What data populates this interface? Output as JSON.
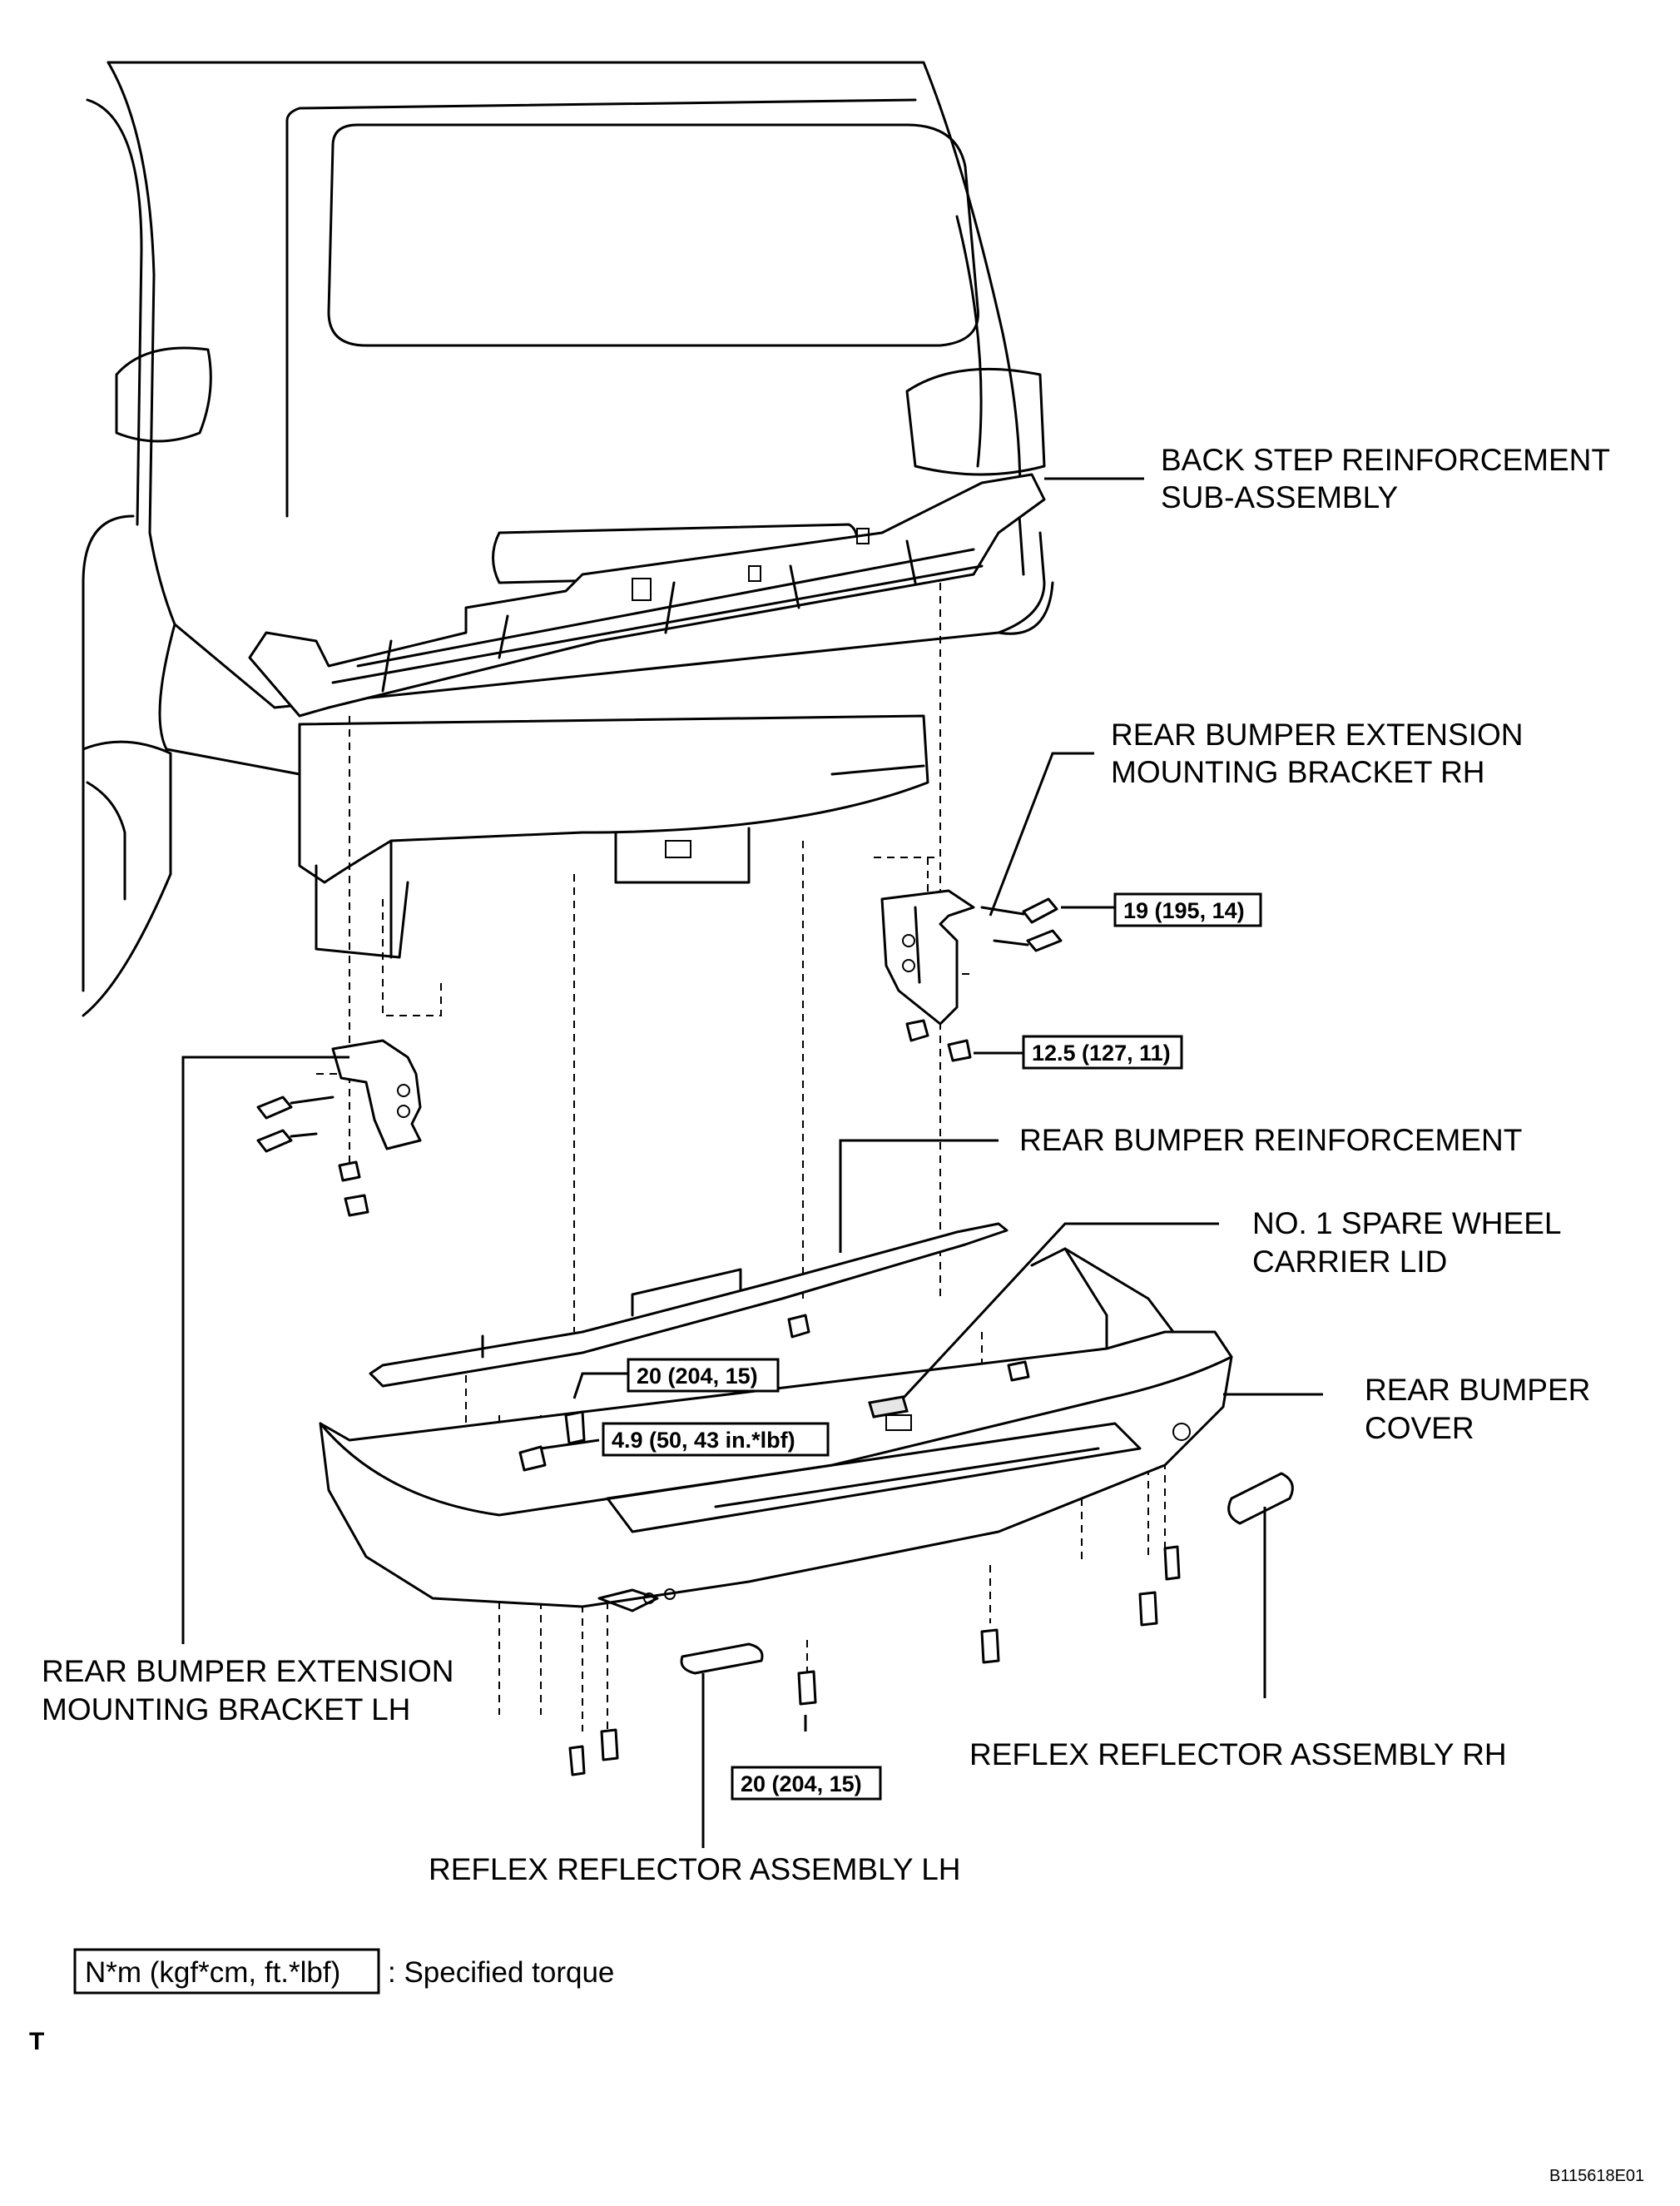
{
  "labels": {
    "back_step_1": "BACK STEP REINFORCEMENT",
    "back_step_2": "SUB-ASSEMBLY",
    "bracket_rh_1": "REAR BUMPER EXTENSION",
    "bracket_rh_2": "MOUNTING BRACKET RH",
    "reinforcement": "REAR BUMPER REINFORCEMENT",
    "lid_1": "NO. 1 SPARE WHEEL",
    "lid_2": "CARRIER LID",
    "cover_1": "REAR BUMPER",
    "cover_2": "COVER",
    "bracket_lh_1": "REAR BUMPER EXTENSION",
    "bracket_lh_2": "MOUNTING BRACKET LH",
    "reflector_rh": "REFLEX REFLECTOR ASSEMBLY RH",
    "reflector_lh": "REFLEX REFLECTOR ASSEMBLY LH"
  },
  "torques": {
    "bracket_bolt": "19 (195, 14)",
    "bracket_nut": "12.5 (127, 11)",
    "reinforcement_bolt": "20 (204, 15)",
    "cover_nut": "4.9 (50, 43 in.*lbf)",
    "lower_bolt": "20 (204, 15)"
  },
  "legend": {
    "unit": "N*m (kgf*cm, ft.*lbf)",
    "text": ": Specified torque"
  },
  "marker": "T",
  "figure_code": "B115618E01"
}
